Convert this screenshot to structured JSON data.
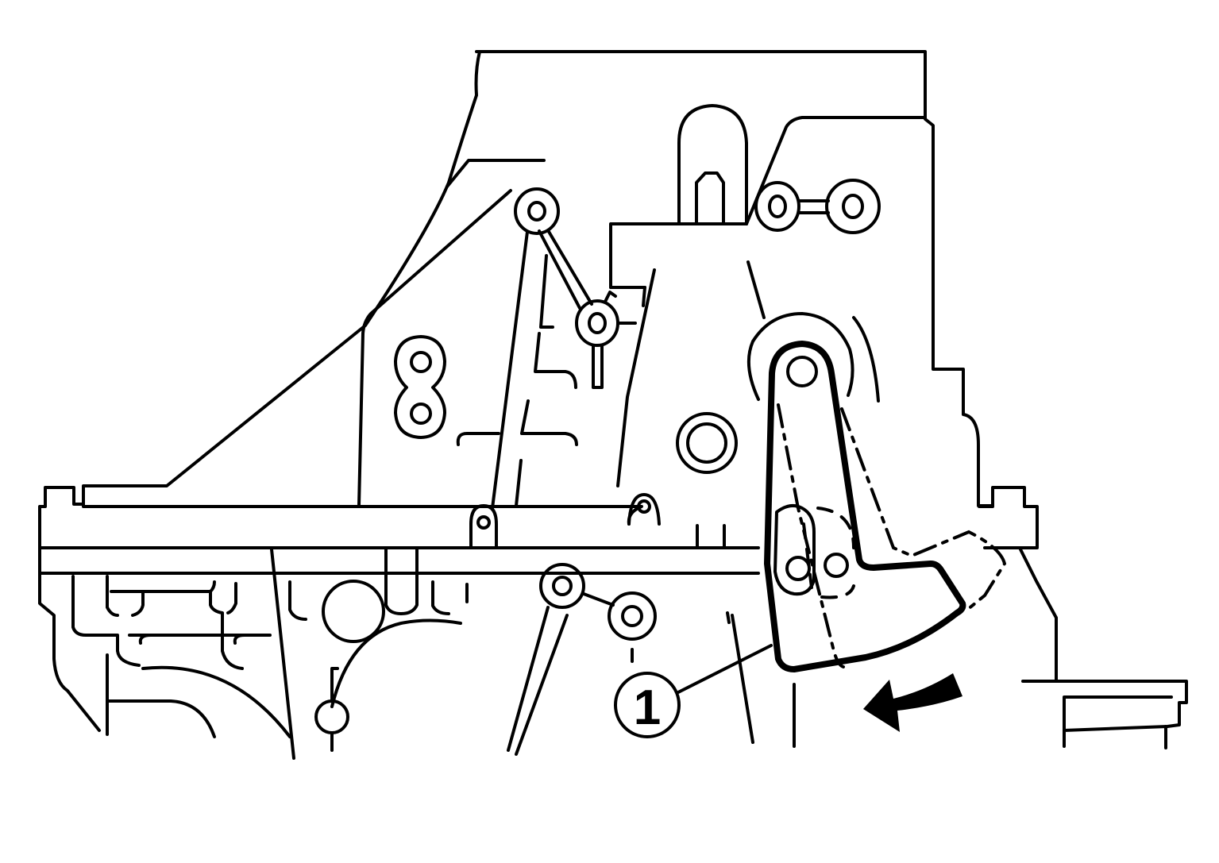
{
  "diagram": {
    "type": "technical line drawing",
    "subject": "transmission/engine case with pivoting lever",
    "callouts": [
      {
        "id": "1",
        "label": "1",
        "target": "lever"
      }
    ],
    "arrow": {
      "direction": "counter-clockwise rotation",
      "icon": "curved-arrow-left"
    },
    "colors": {
      "stroke": "#000000",
      "background": "#ffffff"
    }
  }
}
